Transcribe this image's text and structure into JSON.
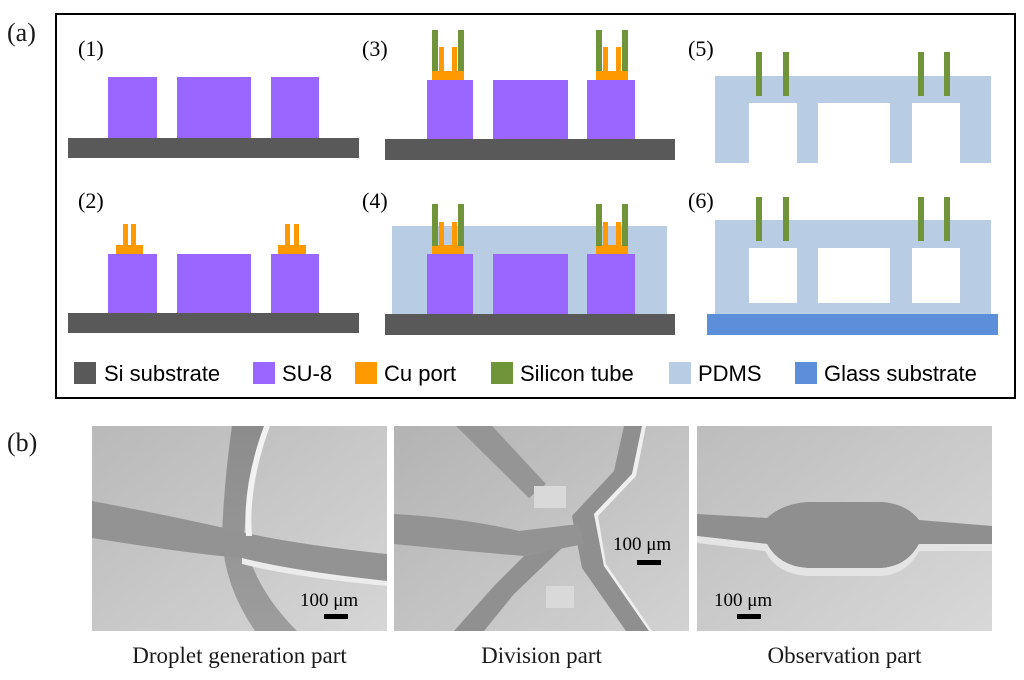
{
  "panel_a": {
    "label": "(a)",
    "steps": [
      "(1)",
      "(2)",
      "(3)",
      "(4)",
      "(5)",
      "(6)"
    ],
    "legend": [
      {
        "label": "Si substrate",
        "color": "#595959"
      },
      {
        "label": "SU-8",
        "color": "#9966ff"
      },
      {
        "label": "Cu port",
        "color": "#ff9900"
      },
      {
        "label": "Silicon tube",
        "color": "#70943a"
      },
      {
        "label": "PDMS",
        "color": "#b8cce4"
      },
      {
        "label": "Glass substrate",
        "color": "#5b8fd9"
      }
    ]
  },
  "panel_b": {
    "label": "(b)",
    "images": [
      {
        "caption": "Droplet generation part",
        "scale": "100 μm"
      },
      {
        "caption": "Division part",
        "scale": "100 μm"
      },
      {
        "caption": "Observation part",
        "scale": "100 μm"
      }
    ]
  }
}
